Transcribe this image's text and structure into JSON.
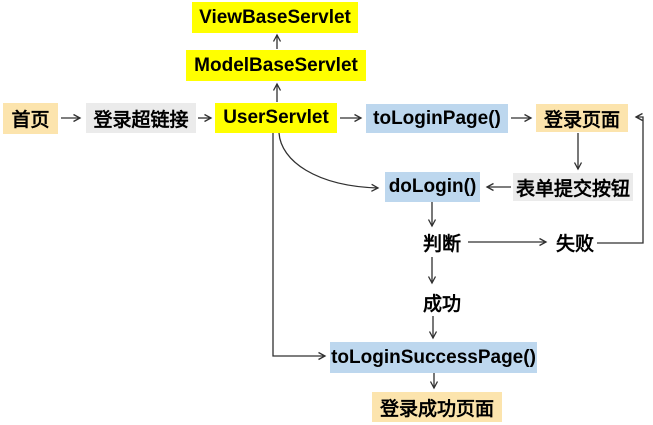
{
  "diagram": {
    "title": "servlet-login-flow",
    "nodes": {
      "view_base_servlet": "ViewBaseServlet",
      "model_base_servlet": "ModelBaseServlet",
      "user_servlet": "UserServlet",
      "home_page": "首页",
      "login_link": "登录超链接",
      "to_login_page": "toLoginPage()",
      "login_page": "登录页面",
      "do_login": "doLogin()",
      "form_submit_button": "表单提交按钮",
      "judge": "判断",
      "fail": "失败",
      "success": "成功",
      "to_login_success_page": "toLoginSuccessPage()",
      "login_success_page": "登录成功页面"
    },
    "colors": {
      "servlet_yellow": "#FFFF00",
      "page_tan": "#FCE4AD",
      "method_blue": "#BDD7EE",
      "control_gray": "#EBEBEB",
      "arrow": "#303030",
      "text": "#000000",
      "background": "#FFFFFF"
    },
    "edges": [
      "model_base_servlet -> view_base_servlet (extends, up)",
      "user_servlet -> model_base_servlet (extends, up)",
      "home_page -> login_link",
      "login_link -> user_servlet",
      "user_servlet -> to_login_page",
      "to_login_page -> login_page",
      "login_page -> form_submit_button",
      "form_submit_button -> do_login",
      "user_servlet -> do_login (curve)",
      "do_login -> judge",
      "judge -> fail",
      "fail -> login_page (right side loop)",
      "judge -> success",
      "success -> to_login_success_page",
      "user_servlet -> to_login_success_page (left side drop)",
      "to_login_success_page -> login_success_page"
    ]
  }
}
